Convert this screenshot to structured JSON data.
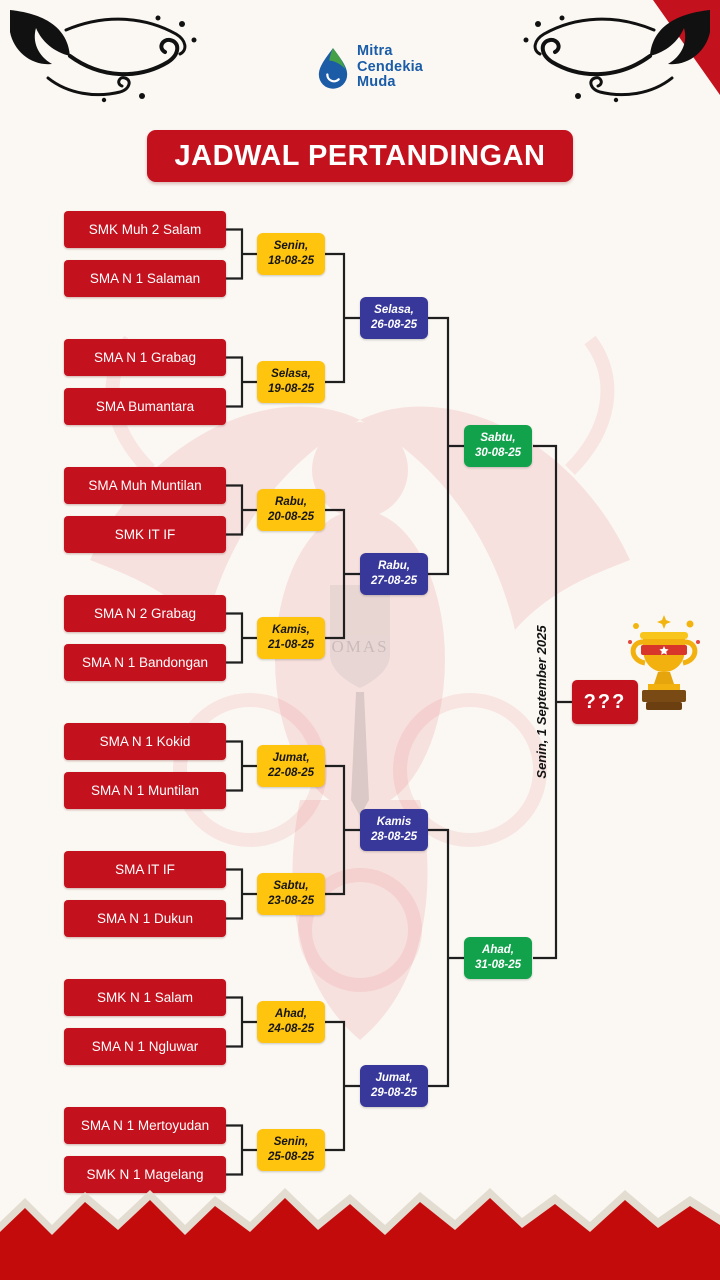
{
  "logo": {
    "line1": "Mitra",
    "line2": "Cendekia",
    "line3": "Muda"
  },
  "title": "JADWAL PERTANDINGAN",
  "round1": [
    {
      "team1": "SMK Muh 2 Salam",
      "team2": "SMA N 1 Salaman",
      "day": "Senin,",
      "date": "18-08-25"
    },
    {
      "team1": "SMA N 1 Grabag",
      "team2": "SMA Bumantara",
      "day": "Selasa,",
      "date": "19-08-25"
    },
    {
      "team1": "SMA Muh Muntilan",
      "team2": "SMK IT IF",
      "day": "Rabu,",
      "date": "20-08-25"
    },
    {
      "team1": "SMA N 2 Grabag",
      "team2": "SMA N 1 Bandongan",
      "day": "Kamis,",
      "date": "21-08-25"
    },
    {
      "team1": "SMA N 1 Kokid",
      "team2": "SMA N 1 Muntilan",
      "day": "Jumat,",
      "date": "22-08-25"
    },
    {
      "team1": "SMA IT IF",
      "team2": "SMA N 1 Dukun",
      "day": "Sabtu,",
      "date": "23-08-25"
    },
    {
      "team1": "SMK N 1 Salam",
      "team2": "SMA N 1 Ngluwar",
      "day": "Ahad,",
      "date": "24-08-25"
    },
    {
      "team1": "SMA N 1 Mertoyudan",
      "team2": "SMK N 1 Magelang",
      "day": "Senin,",
      "date": "25-08-25"
    }
  ],
  "round2": [
    {
      "day": "Selasa,",
      "date": "26-08-25"
    },
    {
      "day": "Rabu,",
      "date": "27-08-25"
    },
    {
      "day": "Kamis",
      "date": "28-08-25"
    },
    {
      "day": "Jumat,",
      "date": "29-08-25"
    }
  ],
  "semifinals": [
    {
      "day": "Sabtu,",
      "date": "30-08-25"
    },
    {
      "day": "Ahad,",
      "date": "31-08-25"
    }
  ],
  "final": {
    "label": "???",
    "note": "Senin, 1 September 2025"
  },
  "watermark": {
    "text": "OMAS"
  },
  "colors": {
    "red": "#C3111D",
    "yellow": "#FFC40E",
    "blue": "#38389B",
    "green": "#13A24C",
    "logo_blue": "#1A5CA8"
  }
}
